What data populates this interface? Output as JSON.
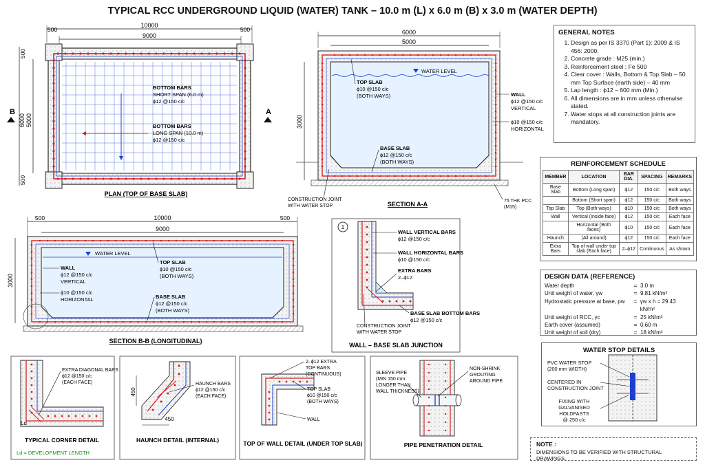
{
  "title": "TYPICAL RCC UNDERGROUND LIQUID (WATER) TANK – 10.0 m (L) x 6.0 m (B) x 3.0 m (WATER DEPTH)",
  "plan": {
    "dim_overall_len": "10000",
    "dim_inner_len": "9000",
    "dim_end": "500",
    "dim_overall_wid": "6000",
    "dim_inner_wid": "5000",
    "sec_mark_b": "B",
    "sec_mark_a": "A",
    "bottom_bars_short": [
      "BOTTOM BARS",
      "SHORT SPAN (6.0 m)",
      "ϕ12 @150 c/c"
    ],
    "bottom_bars_long": [
      "BOTTOM BARS",
      "LONG SPAN (10.0 m)",
      "ϕ12 @150 c/c"
    ],
    "caption": "PLAN  (TOP OF BASE SLAB)"
  },
  "section_aa": {
    "dim_overall": "6000",
    "dim_inner": "5000",
    "dim_height": "3000",
    "water_level": "WATER LEVEL",
    "top_slab": [
      "TOP SLAB",
      "ϕ10 @150 c/c",
      "(BOTH WAYS)"
    ],
    "wall": [
      "WALL",
      "ϕ12 @150 c/c",
      "VERTICAL"
    ],
    "wall_horiz": [
      "ϕ10 @150 c/c",
      "HORIZONTAL"
    ],
    "base_slab": [
      "BASE SLAB",
      "ϕ12 @150 c/c",
      "(BOTH WAYS)"
    ],
    "construction_joint": [
      "CONSTRUCTION JOINT",
      "WITH WATER STOP"
    ],
    "pcc": [
      "75 THK PCC",
      "(M15)"
    ],
    "caption": "SECTION A-A"
  },
  "section_bb": {
    "dim_overall": "10000",
    "dim_inner": "9000",
    "dim_end": "500",
    "dim_height": "3000",
    "water_level": "WATER LEVEL",
    "wall": [
      "WALL",
      "ϕ12 @150 c/c",
      "VERTICAL"
    ],
    "wall_horiz": [
      "ϕ10 @150 c/c",
      "HORIZONTAL"
    ],
    "top_slab": [
      "TOP SLAB",
      "ϕ10 @150 c/c",
      "(BOTH WAYS)"
    ],
    "base_slab": [
      "BASE SLAB",
      "ϕ12 @150 c/c",
      "(BOTH WAYS)"
    ],
    "caption": "SECTION B-B  (LONGITUDINAL)"
  },
  "junction": {
    "marker": "1",
    "wall_vertical": [
      "WALL VERTICAL BARS",
      "ϕ12 @150 c/c"
    ],
    "wall_horizontal": [
      "WALL HORIZONTAL BARS",
      "ϕ10 @150 c/c"
    ],
    "extra_bars": [
      "EXTRA BARS",
      "2–ϕ12"
    ],
    "base_bottom": [
      "BASE SLAB BOTTOM BARS",
      "ϕ12 @150 c/c"
    ],
    "construction_joint": [
      "CONSTRUCTION JOINT",
      "WITH WATER STOP"
    ],
    "caption": "WALL – BASE SLAB JUNCTION"
  },
  "general_notes": {
    "title": "GENERAL NOTES",
    "items": [
      "Design as per IS 3370 (Part 1): 2009 & IS 456: 2000.",
      "Concrete grade : M25 (min.)",
      "Reinforcement steel : Fe 500",
      "Clear cover : Walls, Bottom & Top Slab – 50 mm Top Surface (earth side) – 40 mm",
      "Lap length : ϕ12 – 600 mm (Min.)",
      "All dimensions are in mm unless otherwise stated.",
      "Water stops at all construction joints are mandatory."
    ]
  },
  "reinforcement_schedule": {
    "title": "REINFORCEMENT SCHEDULE",
    "headers": [
      "MEMBER",
      "LOCATION",
      "BAR DIA.",
      "SPACING",
      "REMARKS"
    ],
    "rows": [
      [
        "Base Slab",
        "Bottom (Long span)",
        "ϕ12",
        "150 c/c",
        "Both ways"
      ],
      [
        "",
        "Bottom (Short span)",
        "ϕ12",
        "150 c/c",
        "Both ways"
      ],
      [
        "Top Slab",
        "Top (Both ways)",
        "ϕ10",
        "150 c/c",
        "Both ways"
      ],
      [
        "Wall",
        "Vertical (Inside face)",
        "ϕ12",
        "150 c/c",
        "Each face"
      ],
      [
        "",
        "Horizontal (Both faces)",
        "ϕ10",
        "150 c/c",
        "Each face"
      ],
      [
        "Haunch",
        "(All around)",
        "ϕ12",
        "150 c/c",
        "Each face"
      ],
      [
        "Extra Bars",
        "Top of wall under top slab (Each face)",
        "2–ϕ12",
        "Continuous",
        "As shown"
      ]
    ]
  },
  "design_data": {
    "title": "DESIGN DATA (REFERENCE)",
    "rows": [
      [
        "Water depth",
        "=",
        "3.0 m"
      ],
      [
        "Unit weight of water, γw",
        "=",
        "9.81 kN/m³"
      ],
      [
        "Hydrostatic pressure at base, pw",
        "=",
        "γw x h = 29.43 kN/m²"
      ],
      [
        "Unit weight of RCC, γc",
        "=",
        "25 kN/m³"
      ],
      [
        "Earth cover (assumed)",
        "=",
        "0.60 m"
      ],
      [
        "Unit weight of soil (dry)",
        "=",
        "18 kN/m³"
      ]
    ]
  },
  "water_stop": {
    "title": "WATER STOP DETAILS",
    "pvc": [
      "PVC WATER STOP",
      "(200 mm WIDTH)"
    ],
    "centered": [
      "CENTERED IN",
      "CONSTRUCTION JOINT"
    ],
    "fixing": [
      "FIXING WITH",
      "GALVANISED",
      "HOLDFASTS",
      "@ 250 c/c"
    ]
  },
  "corner_detail": {
    "extra_diag": [
      "EXTRA DIAGONAL BARS",
      "ϕ12 @150 c/c",
      "(EACH FACE)"
    ],
    "ld": "Ld",
    "caption": "TYPICAL CORNER DETAIL",
    "legend": "Ld = DEVELOPMENT LENGTH"
  },
  "haunch_detail": {
    "bars": [
      "HAUNCH BARS",
      "ϕ12 @150 c/c",
      "(EACH FACE)"
    ],
    "dim_v": "450",
    "dim_h": "450",
    "caption": "HAUNCH DETAIL (INTERNAL)"
  },
  "top_wall_detail": {
    "extra": [
      "2–ϕ12 EXTRA",
      "TOP BARS",
      "(CONTINUOUS)"
    ],
    "top_slab": [
      "TOP SLAB",
      "ϕ10 @150 c/c",
      "(BOTH WAYS)"
    ],
    "wall": "WALL",
    "caption": "TOP OF WALL DETAIL (UNDER TOP SLAB)"
  },
  "pipe_detail": {
    "sleeve": [
      "SLEEVE PIPE",
      "(MIN 150 mm",
      "LONGER THAN",
      "WALL THICKNESS)"
    ],
    "grout": [
      "NON-SHRINK",
      "GROUTING",
      "AROUND PIPE"
    ],
    "caption": "PIPE PENETRATION DETAIL"
  },
  "note": {
    "title": "NOTE :",
    "text": "DIMENSIONS TO BE VERIFIED WITH STRUCTURAL DRAWINGS."
  },
  "colors": {
    "rebar": "#d42020",
    "bar_blue": "#1a3fd0",
    "water": "#e6f2ff",
    "concrete": "#f2f2f2",
    "ld_green": "#1a8a1a"
  }
}
